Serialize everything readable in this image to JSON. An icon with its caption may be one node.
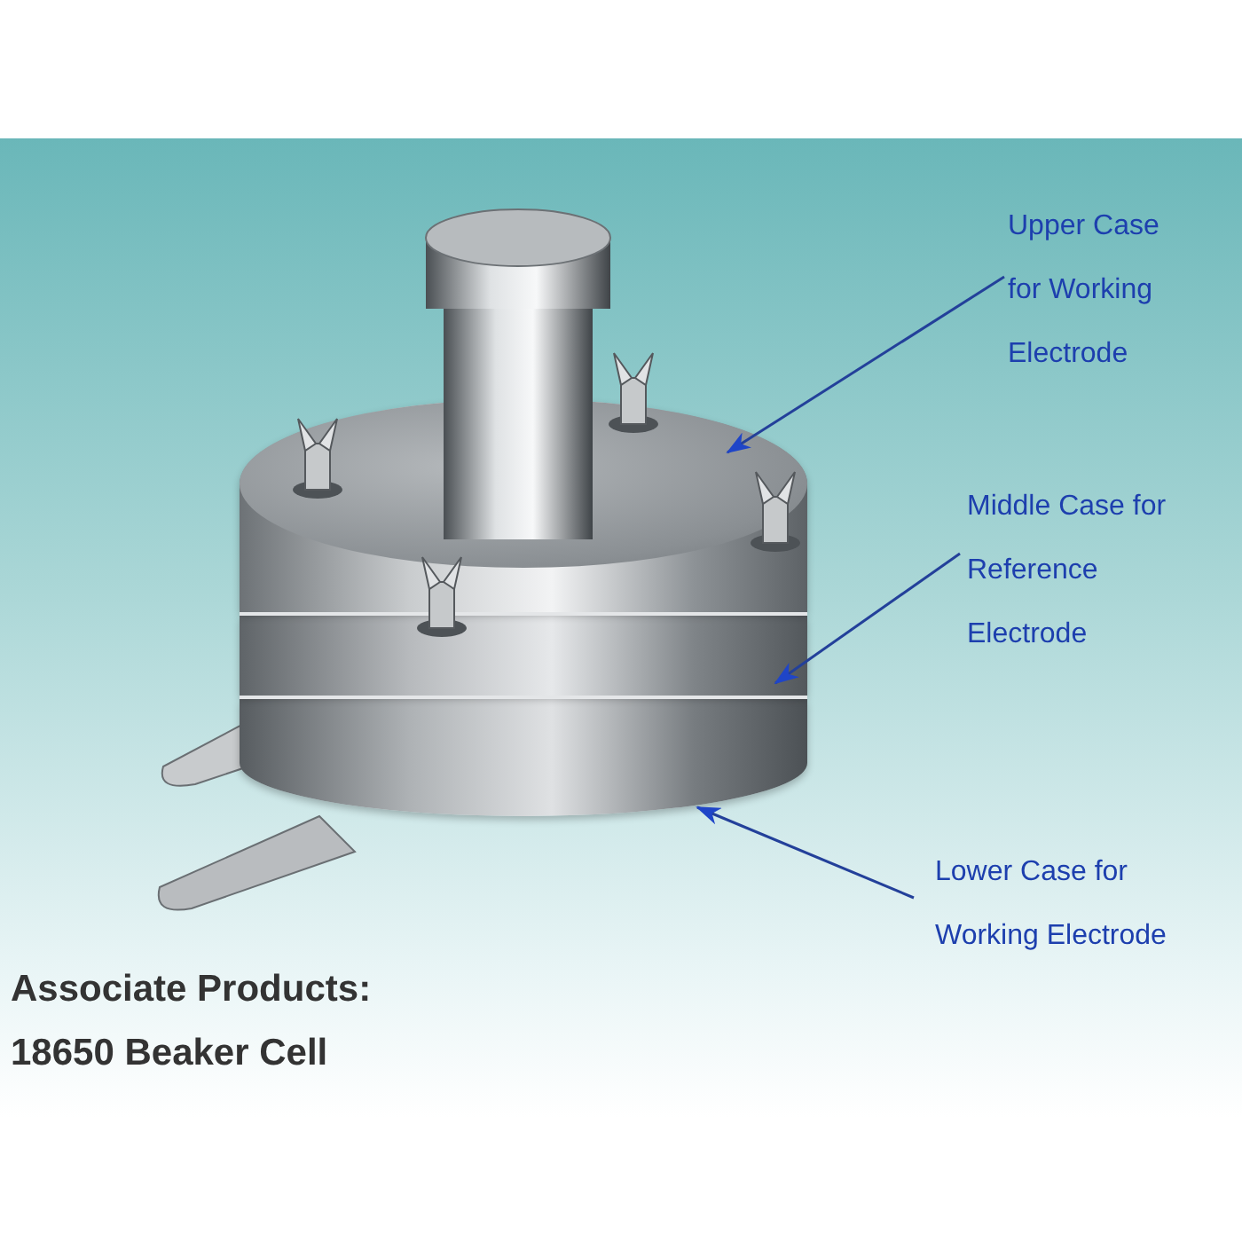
{
  "diagram": {
    "nodes": [
      {
        "text": [
          "Upper Case for Working Electrode"
        ]
      },
      {
        "text": [
          "Middle Case for Reference Electrode"
        ]
      },
      {
        "text": [
          "Lower Case for Working Electrode"
        ]
      },
      {
        "text": [],
        "shape": "picture"
      },
      {
        "text": [],
        "shape": "picture"
      },
      {
        "text": [],
        "shape": "picture"
      }
    ],
    "edges": [
      {
        "from": 0,
        "to": 3,
        "arrow": "to"
      },
      {
        "from": 1,
        "to": 4,
        "arrow": "to"
      },
      {
        "from": 2,
        "to": 5,
        "arrow": "to"
      }
    ],
    "labels": [
      "Associate Products:",
      "18650 Beaker Cell"
    ]
  }
}
